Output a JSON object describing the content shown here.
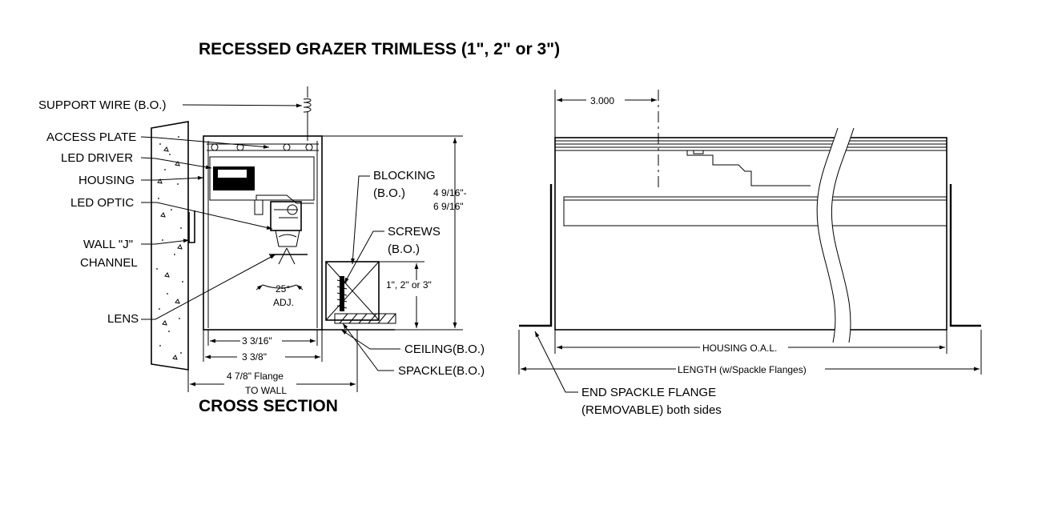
{
  "title": "RECESSED GRAZER TRIMLESS (1\", 2\" or 3\")",
  "cross_section": {
    "title": "CROSS SECTION",
    "labels": {
      "support_wire": "SUPPORT WIRE (B.O.)",
      "access_plate": "ACCESS PLATE",
      "led_driver": "LED DRIVER",
      "housing": "HOUSING",
      "led_optic": "LED OPTIC",
      "wall_j_channel_1": "WALL \"J\"",
      "wall_j_channel_2": "CHANNEL",
      "lens": "LENS",
      "blocking_1": "BLOCKING",
      "blocking_2": "(B.O.)",
      "screws_1": "SCREWS",
      "screws_2": "(B.O.)",
      "ceiling": "CEILING(B.O.)",
      "spackle": "SPACKLE(B.O.)"
    },
    "dimensions": {
      "height_1": "4 9/16\"-",
      "height_2": "6 9/16\"",
      "recess": "1\", 2\" or 3\"",
      "angle_1": "25°",
      "angle_2": "ADJ.",
      "width_inner": "3 3/16\"",
      "width_outer": "3 3/8\"",
      "flange_1": "4 7/8\" Flange",
      "flange_2": "TO WALL"
    }
  },
  "side_view": {
    "dimension_top": "3.000",
    "housing_oal": "HOUSING O.A.L.",
    "length": "LENGTH (w/Spackle Flanges)",
    "end_flange_1": "END SPACKLE FLANGE",
    "end_flange_2": "(REMOVABLE) both sides"
  }
}
